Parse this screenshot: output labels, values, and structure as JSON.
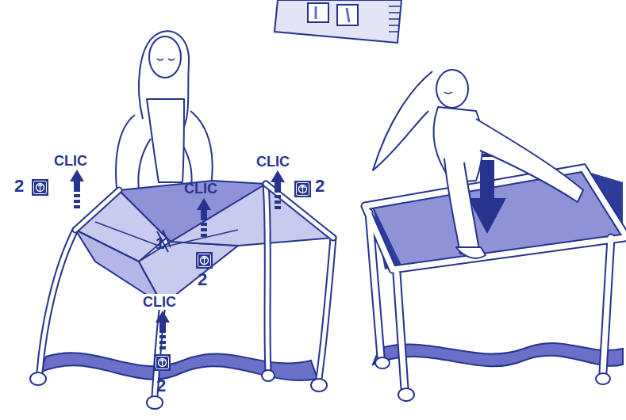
{
  "diagram": {
    "labels": [
      "CLIC",
      "2",
      "CLIC",
      "CLIC",
      "2",
      "1",
      "2",
      "CLIC",
      "2"
    ]
  }
}
